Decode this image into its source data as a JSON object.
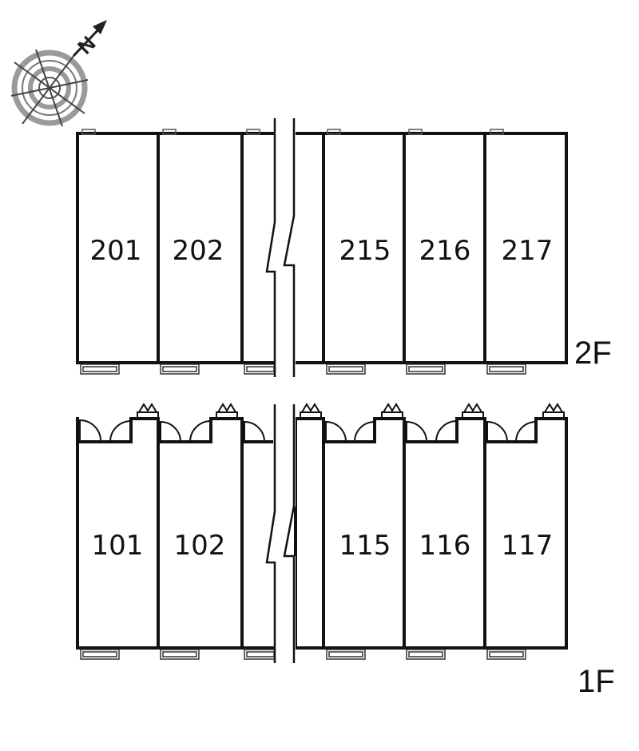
{
  "compass": {
    "north_label": "N",
    "icon": "north-arrow-compass"
  },
  "floors": [
    {
      "label": "2F",
      "rooms_left": [
        "201",
        "202"
      ],
      "rooms_right": [
        "215",
        "216",
        "217"
      ]
    },
    {
      "label": "1F",
      "rooms_left": [
        "101",
        "102"
      ],
      "rooms_right": [
        "115",
        "116",
        "117"
      ]
    }
  ],
  "colors": {
    "line": "#111111",
    "compass": "#888888",
    "background": "#ffffff"
  }
}
